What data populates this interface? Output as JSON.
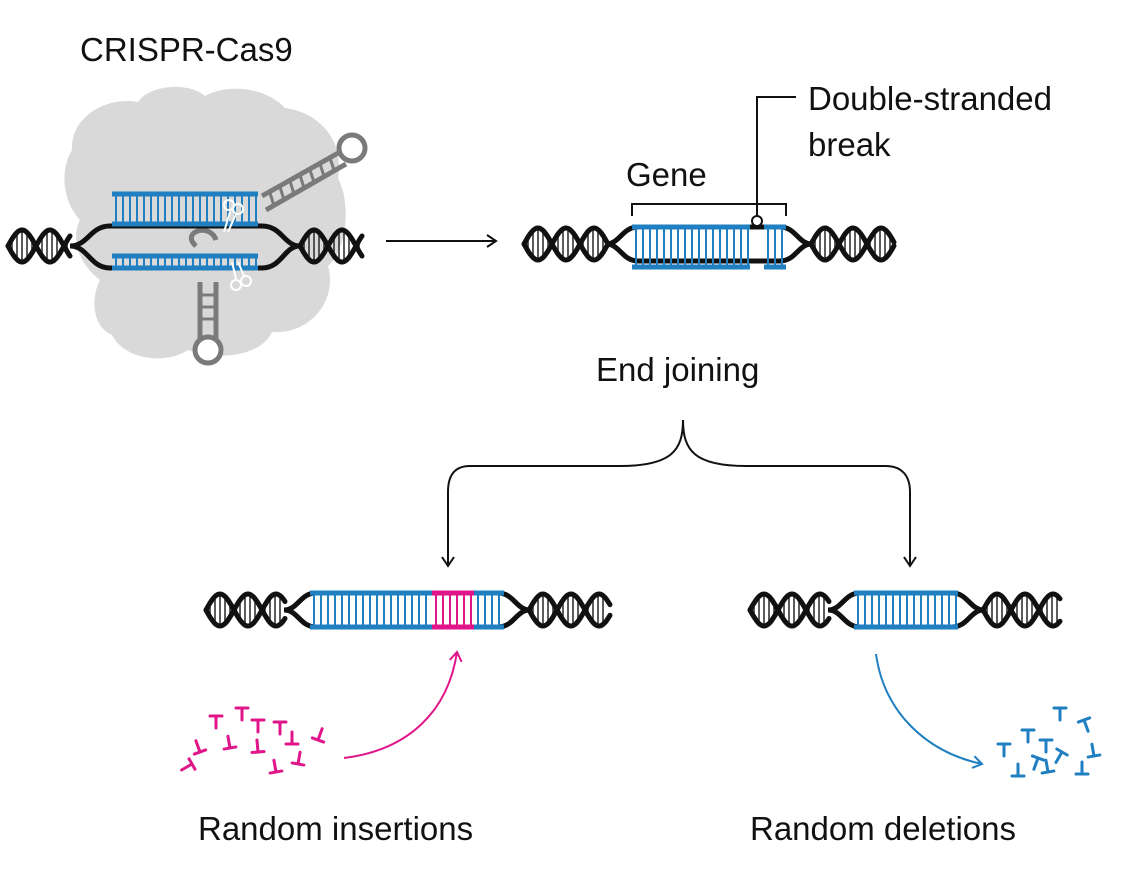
{
  "labels": {
    "title": "CRISPR-Cas9",
    "break_line1": "Double-stranded",
    "break_line2": "break",
    "gene": "Gene",
    "end_joining": "End joining",
    "insertions": "Random insertions",
    "deletions": "Random deletions"
  },
  "colors": {
    "dna": "#111111",
    "helix_rungs": "#333333",
    "gene": "#1f7fc0",
    "insertion": "#e0158a",
    "protein": "#d9d9d9",
    "guide_rna": "#7a7a7a"
  }
}
